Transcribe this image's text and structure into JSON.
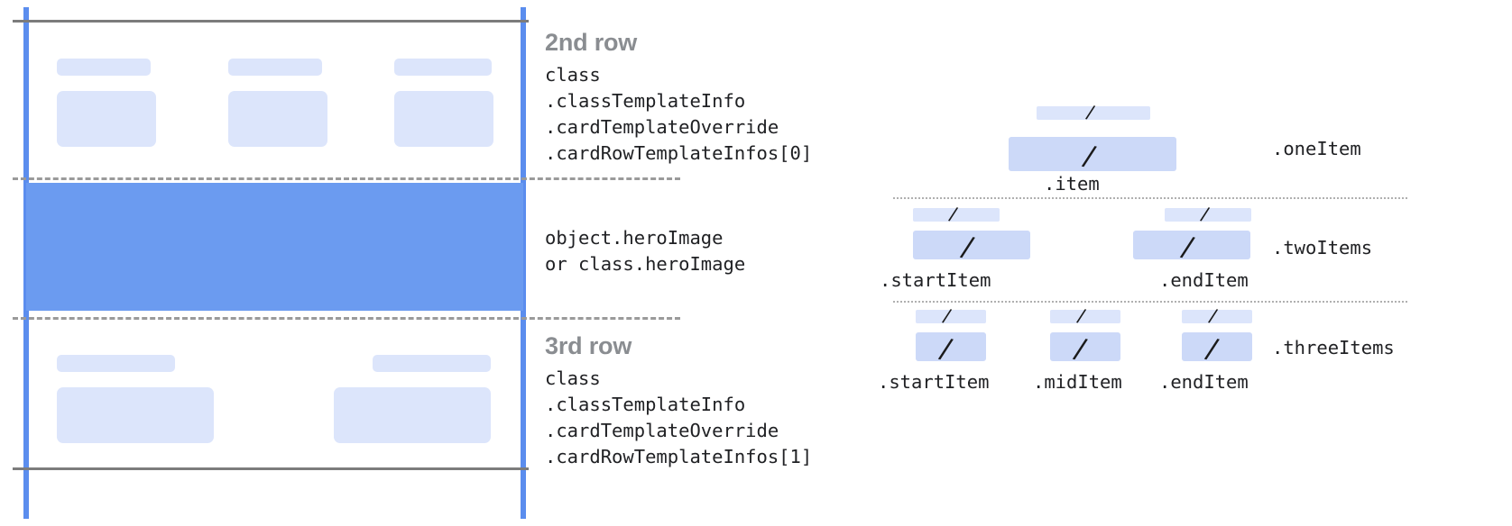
{
  "left_diagram": {
    "rows": [
      {
        "title": "2nd row",
        "code": "class\n.classTemplateInfo\n.cardTemplateOverride\n.cardRowTemplateInfos[0]",
        "item_count": 3
      },
      {
        "title": "",
        "code": "object.heroImage\nor class.heroImage",
        "item_count": 0
      },
      {
        "title": "3rd row",
        "code": "class\n.classTemplateInfo\n.cardTemplateOverride\n.cardRowTemplateInfos[1]",
        "item_count": 2
      }
    ],
    "colors": {
      "hero_band": "#6b9bf0",
      "rail": "#5b8dee",
      "chip": "#dce5fb",
      "boundary": "#7c7c7c",
      "dashed": "#9a9a9a",
      "title_text": "#8a8d91",
      "code_text": "#202124"
    }
  },
  "right_diagram": {
    "groups": [
      {
        "name": ".oneItem",
        "slots": [
          {
            "label": ".item",
            "glyph": "/"
          }
        ]
      },
      {
        "name": ".twoItems",
        "slots": [
          {
            "label": ".startItem",
            "glyph": "/"
          },
          {
            "label": ".endItem",
            "glyph": "/"
          }
        ]
      },
      {
        "name": ".threeItems",
        "slots": [
          {
            "label": ".startItem",
            "glyph": "/"
          },
          {
            "label": ".midItem",
            "glyph": "/"
          },
          {
            "label": ".endItem",
            "glyph": "/"
          }
        ]
      }
    ],
    "colors": {
      "slot_top": "#dce5fb",
      "slot_main": "#ccd9f8",
      "divider": "#b0b0b0",
      "label_text": "#202124"
    }
  }
}
